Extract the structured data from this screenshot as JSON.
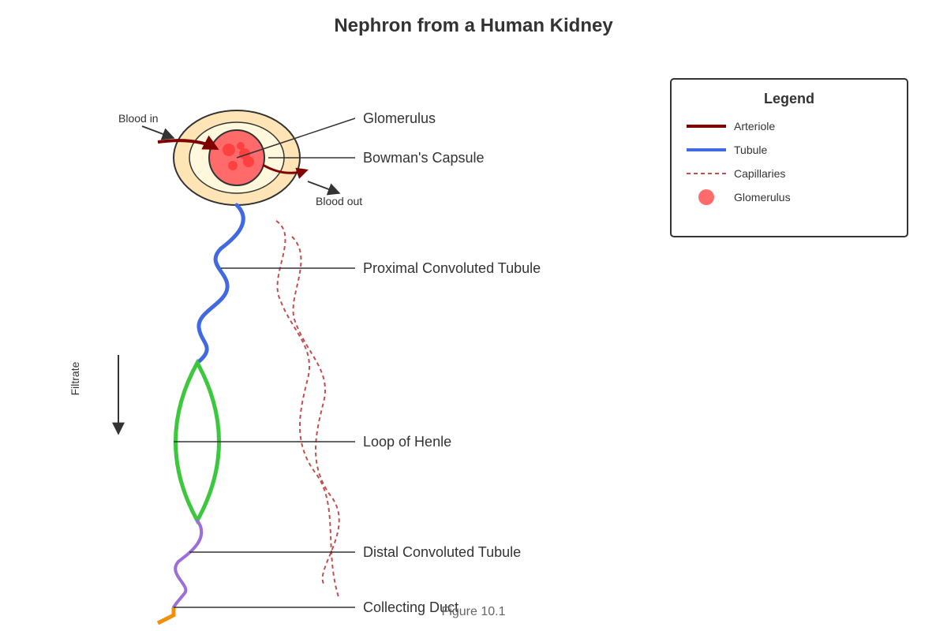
{
  "title": "Nephron from a Human Kidney",
  "caption": "Figure 10.1",
  "labels": {
    "glomerulus": "Glomerulus",
    "bowmans_capsule": "Bowman's Capsule",
    "proximal_tubule": "Proximal Convoluted Tubule",
    "loop_of_henle": "Loop of Henle",
    "distal_tubule": "Distal Convoluted Tubule",
    "collecting_duct": "Collecting Duct"
  },
  "annotations": {
    "blood_in": "Blood in",
    "blood_out": "Blood out",
    "filtrate": "Filtrate"
  },
  "legend": {
    "title": "Legend",
    "items": [
      {
        "label": "Arteriole",
        "symbol": "solid-line",
        "color": "#800000"
      },
      {
        "label": "Tubule",
        "symbol": "solid-line",
        "color": "#4169e1"
      },
      {
        "label": "Capillaries",
        "symbol": "dashed-line",
        "color": "#c0504d"
      },
      {
        "label": "Glomerulus",
        "symbol": "circle",
        "color": "#ff6b6b"
      }
    ]
  },
  "colors": {
    "arteriole": "#800000",
    "proximal_tubule": "#4169e1",
    "loop_of_henle": "#3cc83c",
    "distal_tubule": "#9b6fd6",
    "collecting_duct": "#f0900a",
    "capillaries": "#c0504d",
    "glomerulus": "#ff6b6b",
    "capsule_outer": "#ffe4b5",
    "capsule_inner": "#fff8dc"
  }
}
